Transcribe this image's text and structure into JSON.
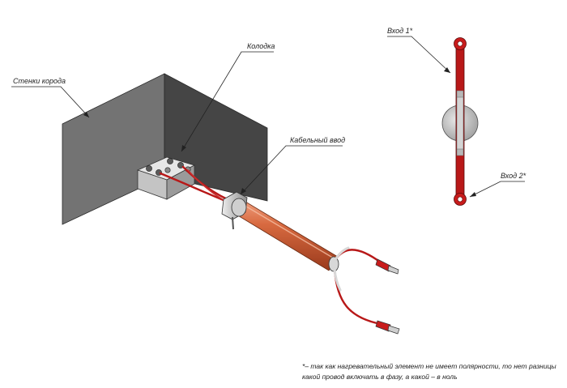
{
  "labels": {
    "walls": "Стенки корода",
    "block": "Колодка",
    "gland": "Кабельный ввод",
    "input1": "Вход 1*",
    "input2": "Вход 2*"
  },
  "footnote": {
    "line1": "*– так как нагревательный элемент не имеет полярности, то нет разницы",
    "line2": "какой провод включать в фазу, а какой – в ноль"
  },
  "colors": {
    "wall_left": "#737373",
    "wall_right": "#454545",
    "cable": "#c8502a",
    "wire": "#b81818",
    "metal": "#c8c8c8",
    "leader": "#222222"
  }
}
